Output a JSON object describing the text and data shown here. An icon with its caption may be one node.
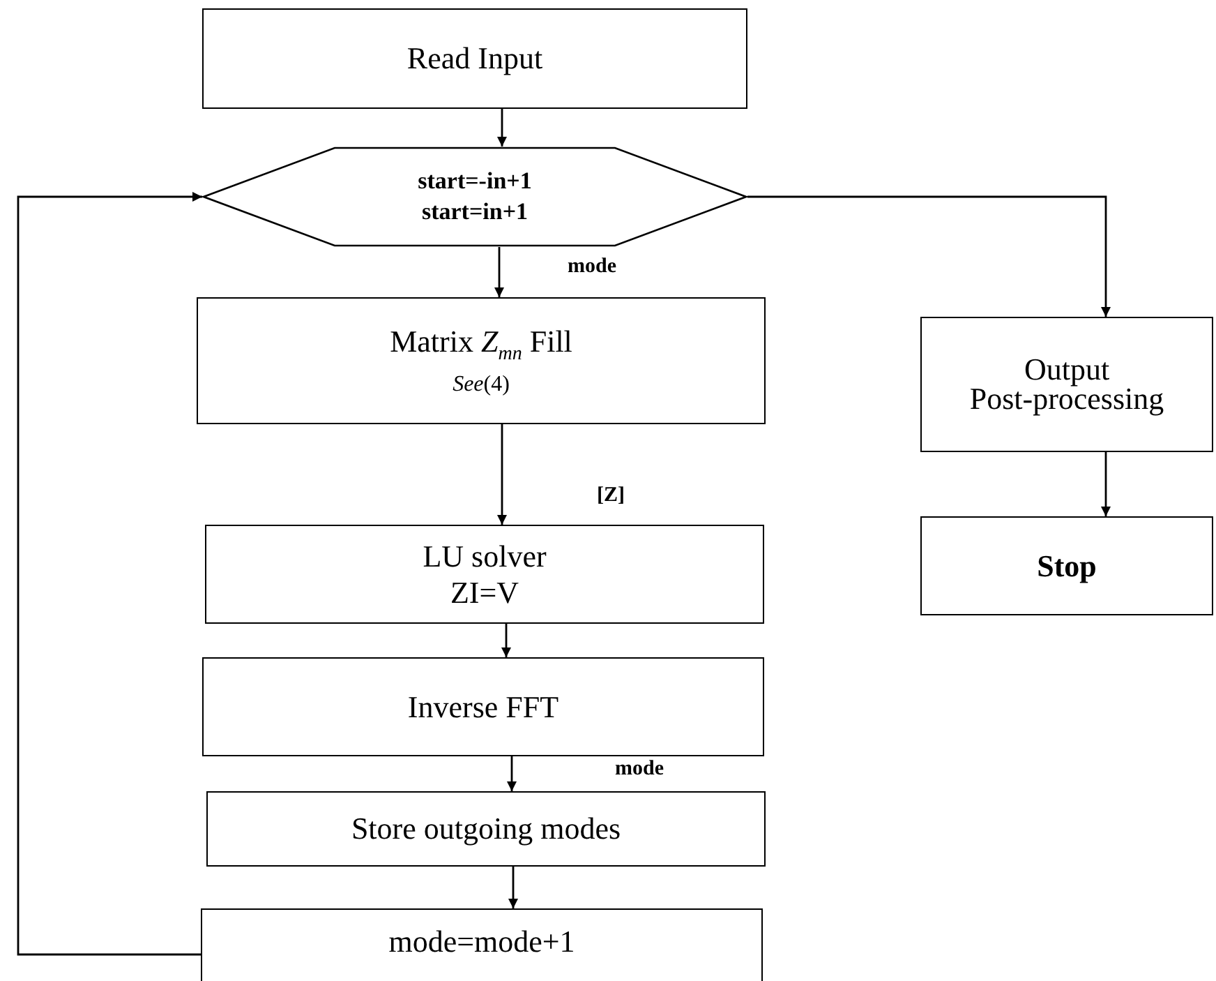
{
  "diagram": {
    "nodes": [
      {
        "text": [
          "Read Input"
        ]
      },
      {
        "text": [
          "start=-in+1",
          "start=in+1"
        ]
      },
      {
        "text": [
          "Matrix *Z*$_{mn}$ Fill",
          "*See*(4)"
        ]
      },
      {
        "text": [
          "LU solver",
          "ZI=V"
        ]
      },
      {
        "text": [
          "Inverse FFT"
        ]
      },
      {
        "text": [
          "Store outgoing modes"
        ]
      },
      {
        "text": [
          "mode=mode+1"
        ]
      },
      {
        "text": [
          "Output",
          "Post-processing"
        ]
      },
      {
        "text": [
          "Stop"
        ]
      }
    ],
    "edges": [
      {
        "from": 0,
        "to": 1,
        "arrow": "to"
      },
      {
        "from": 1,
        "to": 2,
        "arrow": "to",
        "label": "mode"
      },
      {
        "from": 2,
        "to": 3,
        "arrow": "to",
        "label": "[Z]"
      },
      {
        "from": 3,
        "to": 4,
        "arrow": "to"
      },
      {
        "from": 4,
        "to": 5,
        "arrow": "to",
        "label": "mode"
      },
      {
        "from": 5,
        "to": 6,
        "arrow": "to"
      },
      {
        "from": 6,
        "to": 1,
        "arrow": "to"
      },
      {
        "from": 1,
        "to": 7,
        "arrow": "to"
      },
      {
        "from": 7,
        "to": 8,
        "arrow": "to"
      }
    ]
  }
}
